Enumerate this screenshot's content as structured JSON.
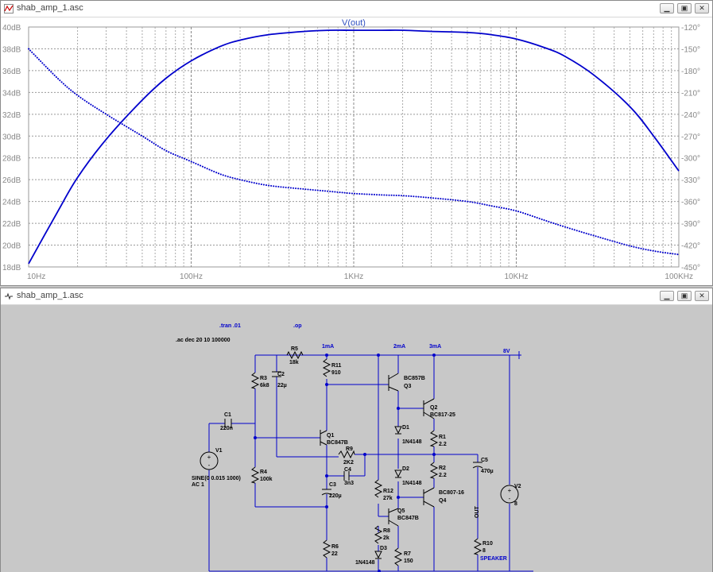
{
  "plot_window": {
    "title": "shab_amp_1.asc",
    "controls": [
      "minimize",
      "restore",
      "close"
    ]
  },
  "schematic_window": {
    "title": "shab_amp_1.asc",
    "controls": [
      "minimize",
      "restore",
      "close"
    ]
  },
  "chart_data": {
    "type": "line",
    "title": "V(out)",
    "x_scale": "log",
    "xlim_hz": [
      10,
      100000
    ],
    "x_tick_labels": [
      "10Hz",
      "100Hz",
      "1KHz",
      "10KHz",
      "100KHz"
    ],
    "left_axis": {
      "ylim_db": [
        18,
        40
      ],
      "tick_labels": [
        "40dB",
        "38dB",
        "36dB",
        "34dB",
        "32dB",
        "30dB",
        "28dB",
        "26dB",
        "24dB",
        "22dB",
        "20dB",
        "18dB"
      ]
    },
    "right_axis": {
      "ylim_deg": [
        -450,
        -120
      ],
      "tick_labels": [
        "-120°",
        "-150°",
        "-180°",
        "-210°",
        "-240°",
        "-270°",
        "-300°",
        "-330°",
        "-360°",
        "-390°",
        "-420°",
        "-450°"
      ]
    },
    "grid": true,
    "series": [
      {
        "kind": "magnitude",
        "axis": "left",
        "style": "solid",
        "color": "#0000cc",
        "freq_hz": [
          10,
          15,
          20,
          30,
          50,
          70,
          100,
          150,
          200,
          300,
          500,
          700,
          1000,
          1500,
          2000,
          3000,
          5000,
          7000,
          10000,
          15000,
          20000,
          30000,
          50000,
          70000,
          100000
        ],
        "values_db": [
          18.3,
          23,
          26.2,
          29.7,
          33.3,
          35.3,
          36.9,
          38.2,
          38.8,
          39.3,
          39.6,
          39.7,
          39.7,
          39.7,
          39.7,
          39.6,
          39.5,
          39.3,
          38.9,
          38.1,
          37.3,
          35.6,
          32.7,
          30.0,
          26.8
        ]
      },
      {
        "kind": "phase",
        "axis": "right",
        "style": "dotted",
        "color": "#0000cc",
        "freq_hz": [
          10,
          15,
          20,
          30,
          50,
          70,
          100,
          150,
          200,
          300,
          500,
          700,
          1000,
          1500,
          2000,
          3000,
          5000,
          7000,
          10000,
          15000,
          20000,
          30000,
          50000,
          70000,
          100000
        ],
        "values_deg": [
          -150,
          -190,
          -214,
          -240,
          -270,
          -290,
          -305,
          -322,
          -330,
          -338,
          -343,
          -346,
          -349,
          -351,
          -352,
          -355,
          -360,
          -366,
          -373,
          -386,
          -395,
          -407,
          -421,
          -428,
          -433
        ]
      }
    ]
  },
  "schematic": {
    "directives": {
      "tran": ".tran .01",
      "op": ".op",
      "ac": ".ac dec 20 10 100000"
    },
    "current_labels": {
      "i1": "1mA",
      "i2": "2mA",
      "i3": "3mA"
    },
    "supply_label": "8V",
    "out_label": "OUT",
    "speaker_label": "SPEAKER",
    "components": {
      "R5": {
        "ref": "R5",
        "value": "18k"
      },
      "R11": {
        "ref": "R11",
        "value": "910"
      },
      "R3": {
        "ref": "R3",
        "value": "6k8"
      },
      "C2": {
        "ref": "C2",
        "value": "22µ"
      },
      "C1": {
        "ref": "C1",
        "value": "220n"
      },
      "Q1": {
        "ref": "Q1",
        "value": "BC847B"
      },
      "R9": {
        "ref": "R9",
        "value": "2K2"
      },
      "C4": {
        "ref": "C4",
        "value": "3n3"
      },
      "V1": {
        "ref": "V1",
        "value": "SINE(0 0.015 1000)",
        "value2": "AC 1"
      },
      "R4": {
        "ref": "R4",
        "value": "100k"
      },
      "C3": {
        "ref": "C3",
        "value": "220µ"
      },
      "R6": {
        "ref": "R6",
        "value": "22"
      },
      "Q3": {
        "ref": "Q3",
        "value": "BC857B"
      },
      "Q2": {
        "ref": "Q2",
        "value": "BC817-25"
      },
      "D1": {
        "ref": "D1",
        "value": "1N4148"
      },
      "R1": {
        "ref": "R1",
        "value": "2.2"
      },
      "R2": {
        "ref": "R2",
        "value": "2.2"
      },
      "D2": {
        "ref": "D2",
        "value": "1N4148"
      },
      "Q4": {
        "ref": "Q4",
        "value": "BC807-16"
      },
      "R12": {
        "ref": "R12",
        "value": "27k"
      },
      "Q5": {
        "ref": "Q5",
        "value": "BC847B"
      },
      "R8": {
        "ref": "R8",
        "value": "2k"
      },
      "D3": {
        "ref": "D3",
        "value": "1N4148"
      },
      "R7": {
        "ref": "R7",
        "value": "150"
      },
      "C5": {
        "ref": "C5",
        "value": "470µ"
      },
      "R10": {
        "ref": "R10",
        "value": "8"
      },
      "V2": {
        "ref": "V2",
        "value": "8"
      }
    }
  }
}
